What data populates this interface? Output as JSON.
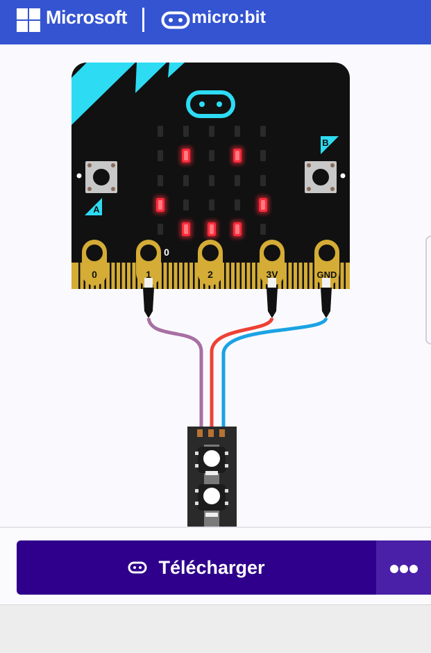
{
  "header": {
    "brand": "Microsoft",
    "product": "micro:bit"
  },
  "board": {
    "button_a": "A",
    "button_b": "B",
    "pins": [
      "0",
      "1",
      "2",
      "3V",
      "GND"
    ],
    "pin_value_label": "0",
    "led_matrix": [
      [
        0,
        0,
        0,
        0,
        0
      ],
      [
        0,
        1,
        0,
        1,
        0
      ],
      [
        0,
        0,
        0,
        0,
        0
      ],
      [
        1,
        0,
        0,
        0,
        1
      ],
      [
        0,
        1,
        1,
        1,
        0
      ]
    ]
  },
  "wires": {
    "signal_color": "#a86fa3",
    "power_color": "#ee4135",
    "ground_color": "#1aa3e3"
  },
  "colors": {
    "header_bg": "#3454d1",
    "board_bg": "#111111",
    "accent_cyan": "#2ddcf3",
    "led_on": "#ff2a3a",
    "pin_gold": "#d4ac36",
    "download_bg": "#2e008b"
  },
  "toolbar": {
    "download_label": "Télécharger",
    "more_icon": "ellipsis-icon"
  }
}
